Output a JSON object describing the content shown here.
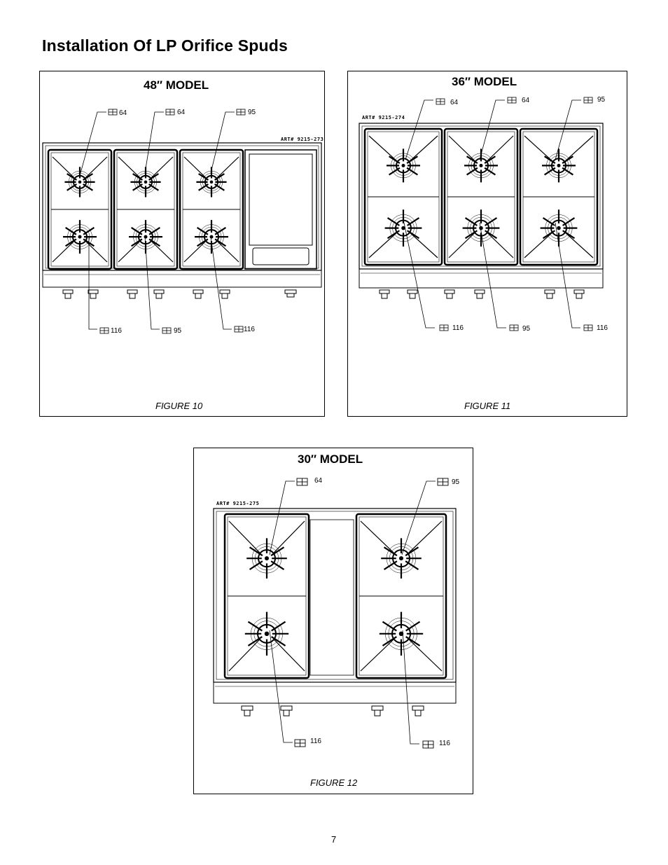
{
  "page": {
    "title": "Installation Of LP Orifice Spuds",
    "page_number": "7"
  },
  "figures": {
    "fig10": {
      "heading": "48″ MODEL",
      "caption": "FIGURE 10",
      "art": "ART# 9215-273",
      "parts": [
        "64",
        "64",
        "95",
        "116",
        "95",
        "116"
      ]
    },
    "fig11": {
      "heading": "36″ MODEL",
      "caption": "FIGURE 11",
      "art": "ART# 9215-274",
      "parts": [
        "64",
        "64",
        "95",
        "116",
        "95",
        "116"
      ]
    },
    "fig12": {
      "heading": "30″ MODEL",
      "caption": "FIGURE 12",
      "art": "ART# 9215-275",
      "parts": [
        "64",
        "95",
        "116",
        "116"
      ]
    }
  }
}
